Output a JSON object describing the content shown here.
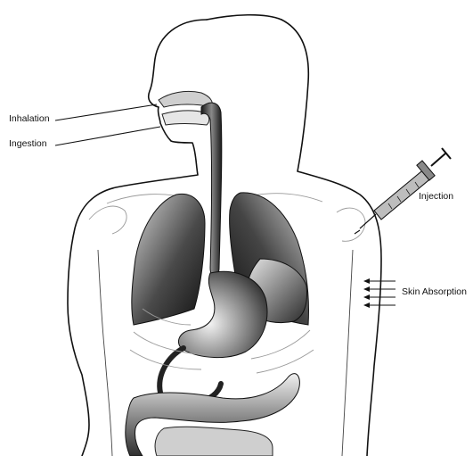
{
  "labels": {
    "inhalation": "Inhalation",
    "ingestion": "Ingestion",
    "injection": "Injection",
    "skin_absorption": "Skin Absorption"
  },
  "colors": {
    "outline": "#111111",
    "organ_dark": "#1e1e1e",
    "organ_light": "#dcdcdc",
    "background": "#ffffff"
  }
}
